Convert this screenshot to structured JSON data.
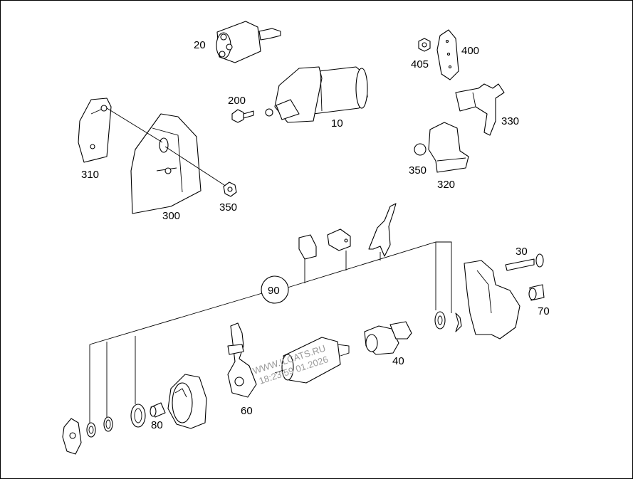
{
  "labels": {
    "p10": "10",
    "p20": "20",
    "p30": "30",
    "p40": "40",
    "p60": "60",
    "p70": "70",
    "p80": "80",
    "p90": "90",
    "p200": "200",
    "p300": "300",
    "p310": "310",
    "p320": "320",
    "p330": "330",
    "p350a": "350",
    "p350b": "350",
    "p400": "400",
    "p405": "405"
  },
  "watermark": {
    "line1": "WWW.ILCATS.RU",
    "line2": "18:23:59 01.2026"
  }
}
